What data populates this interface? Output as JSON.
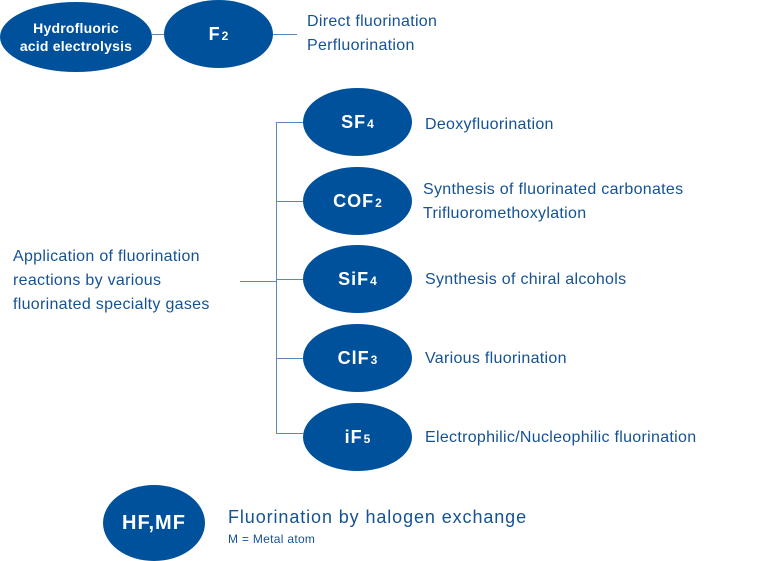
{
  "colors": {
    "node_fill": "#00519b",
    "node_text": "#ffffff",
    "label_text": "#155294",
    "connector": "#5b87b9"
  },
  "diagram": {
    "source_node": {
      "label_lines": [
        "Hydrofluoric",
        "acid electrolysis"
      ]
    },
    "f2_node": {
      "label": "F",
      "subscript": "2",
      "applications": [
        "Direct fluorination",
        "Perfluorination"
      ]
    },
    "central_label": {
      "lines": [
        "Application of fluorination",
        "reactions by various",
        "fluorinated specialty gases"
      ]
    },
    "gases": [
      {
        "label": "SF",
        "subscript": "4",
        "applications": [
          "Deoxyfluorination"
        ]
      },
      {
        "label": "COF",
        "subscript": "2",
        "applications": [
          "Synthesis of fluorinated carbonates",
          "Trifluoromethoxylation"
        ]
      },
      {
        "label": "SiF",
        "subscript": "4",
        "applications": [
          "Synthesis of chiral alcohols"
        ]
      },
      {
        "label": "ClF",
        "subscript": "3",
        "applications": [
          "Various fluorination"
        ]
      },
      {
        "label": "iF",
        "subscript": "5",
        "applications": [
          "Electrophilic/Nucleophilic fluorination"
        ]
      }
    ],
    "halogen_exchange": {
      "label": "HF,MF",
      "description": "Fluorination by halogen exchange",
      "note": "M = Metal atom"
    }
  }
}
